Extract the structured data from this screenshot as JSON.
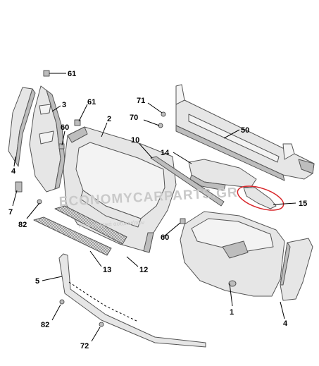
{
  "diagram": {
    "callouts": [
      {
        "id": "c61a",
        "label": "61"
      },
      {
        "id": "c3",
        "label": "3"
      },
      {
        "id": "c61b",
        "label": "61"
      },
      {
        "id": "c60a",
        "label": "60"
      },
      {
        "id": "c2",
        "label": "2"
      },
      {
        "id": "c71",
        "label": "71"
      },
      {
        "id": "c70",
        "label": "70"
      },
      {
        "id": "c50",
        "label": "50"
      },
      {
        "id": "c10",
        "label": "10"
      },
      {
        "id": "c14",
        "label": "14"
      },
      {
        "id": "c4a",
        "label": "4"
      },
      {
        "id": "c7",
        "label": "7"
      },
      {
        "id": "c82a",
        "label": "82"
      },
      {
        "id": "c15",
        "label": "15"
      },
      {
        "id": "c60b",
        "label": "60"
      },
      {
        "id": "c13",
        "label": "13"
      },
      {
        "id": "c12",
        "label": "12"
      },
      {
        "id": "c5",
        "label": "5"
      },
      {
        "id": "c1",
        "label": "1"
      },
      {
        "id": "c4b",
        "label": "4"
      },
      {
        "id": "c82b",
        "label": "82"
      },
      {
        "id": "c72",
        "label": "72"
      }
    ],
    "watermark": {
      "line1": "ECONOMYCARPARTS.GR",
      "line2": "Ανταλλακτικά αυτοκινήτων"
    },
    "colors": {
      "line": "#555555",
      "part_fill": "#e6e6e6",
      "highlight": "#d8262a"
    }
  }
}
